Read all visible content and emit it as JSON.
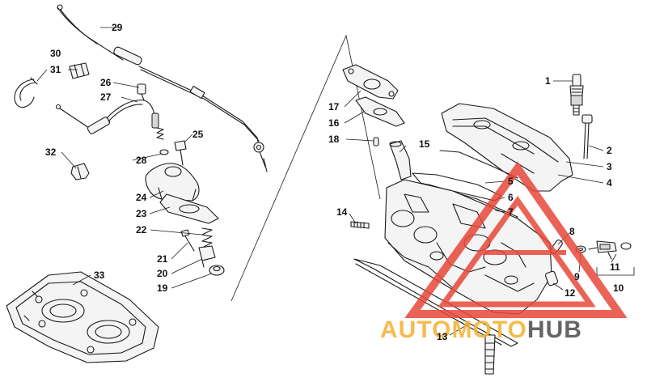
{
  "callouts": {
    "c1": "1",
    "c2": "2",
    "c3": "3",
    "c4": "4",
    "c5": "5",
    "c6": "6",
    "c7": "7",
    "c8": "8",
    "c9": "9",
    "c10": "10",
    "c11": "11",
    "c12": "12",
    "c13": "13",
    "c14": "14",
    "c15": "15",
    "c16": "16",
    "c17": "17",
    "c18": "18",
    "c19": "19",
    "c20": "20",
    "c21": "21",
    "c22": "22",
    "c23": "23",
    "c24": "24",
    "c25": "25",
    "c26": "26",
    "c27": "27",
    "c28": "28",
    "c29": "29",
    "c30": "30",
    "c31": "31",
    "c32": "32",
    "c33": "33"
  },
  "watermark": {
    "text_part1": "AUTOMOTO",
    "text_part2": "HUB",
    "color_primary": "#f4b43c",
    "color_secondary": "#555555",
    "triangle_color": "#e8473a"
  }
}
